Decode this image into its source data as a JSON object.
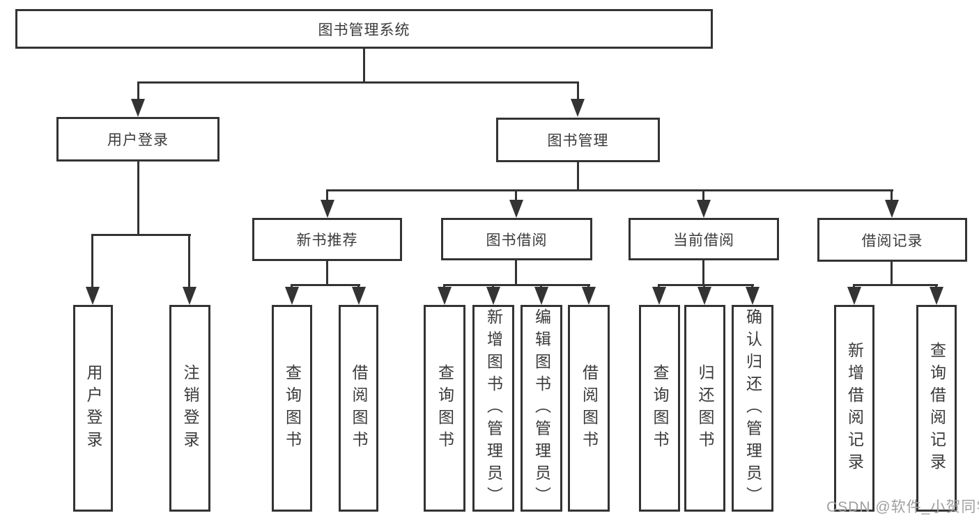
{
  "diagram": {
    "root": "图书管理系统",
    "user_login": {
      "label": "用户登录",
      "children": [
        "用户登录",
        "注销登录"
      ]
    },
    "book_mgmt": {
      "label": "图书管理"
    },
    "new_book": {
      "label": "新书推荐",
      "children": [
        "查询图书",
        "借阅图书"
      ]
    },
    "book_borrow": {
      "label": "图书借阅",
      "children": [
        "查询图书",
        "新增图书（管理员）",
        "编辑图书（管理员）",
        "借阅图书"
      ]
    },
    "current_borrow": {
      "label": "当前借阅",
      "children": [
        "查询图书",
        "归还图书",
        "确认归还（管理员）"
      ]
    },
    "borrow_record": {
      "label": "借阅记录",
      "children": [
        "新增借阅记录",
        "查询借阅记录"
      ]
    }
  },
  "watermark": "CSDN @软件_小贺同学",
  "colors": {
    "line": "#333333",
    "text": "#3a3a3a",
    "watermark": "#9f9f9f",
    "background": "#ffffff"
  }
}
